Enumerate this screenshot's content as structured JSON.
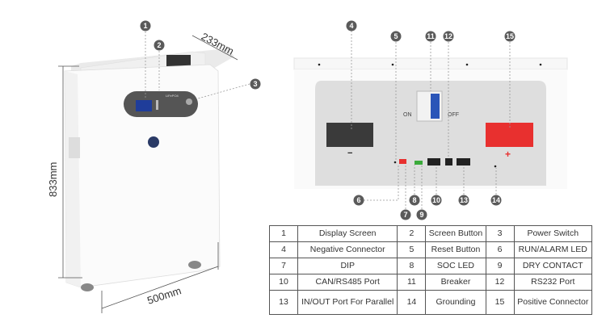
{
  "dimensions": {
    "height": "833mm",
    "width": "500mm",
    "depth": "233mm"
  },
  "panel_labels": {
    "lifepo4": "LiFePO4",
    "on": "ON",
    "off": "OFF",
    "minus": "−",
    "plus": "+"
  },
  "callouts": [
    "1",
    "2",
    "3",
    "4",
    "5",
    "6",
    "7",
    "8",
    "9",
    "10",
    "11",
    "12",
    "13",
    "14",
    "15"
  ],
  "legend_table": {
    "rows": [
      [
        {
          "n": "1",
          "label": "Display Screen"
        },
        {
          "n": "2",
          "label": "Screen Button"
        },
        {
          "n": "3",
          "label": "Power Switch"
        }
      ],
      [
        {
          "n": "4",
          "label": "Negative Connector"
        },
        {
          "n": "5",
          "label": "Reset Button"
        },
        {
          "n": "6",
          "label": "RUN/ALARM LED"
        }
      ],
      [
        {
          "n": "7",
          "label": "DIP"
        },
        {
          "n": "8",
          "label": "SOC LED"
        },
        {
          "n": "9",
          "label": "DRY CONTACT"
        }
      ],
      [
        {
          "n": "10",
          "label": "CAN/RS485 Port"
        },
        {
          "n": "11",
          "label": "Breaker"
        },
        {
          "n": "12",
          "label": "RS232 Port"
        }
      ],
      [
        {
          "n": "13",
          "label": "IN/OUT Port For Parallel"
        },
        {
          "n": "14",
          "label": "Grounding"
        },
        {
          "n": "15",
          "label": "Positive Connector"
        }
      ]
    ]
  },
  "colors": {
    "positive": "#e8302f",
    "negative": "#3a3a3a",
    "breaker": "#2a55b8",
    "callout": "#5a5a5a"
  }
}
